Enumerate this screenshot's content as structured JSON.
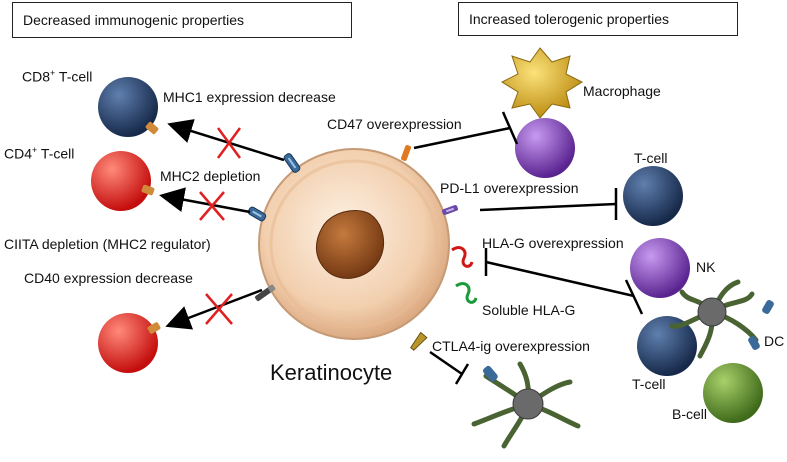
{
  "headers": {
    "left": "Decreased immunogenic properties",
    "right": "Increased tolerogenic properties"
  },
  "center": {
    "label": "Keratinocyte"
  },
  "left_side": {
    "cd8": {
      "name": "CD8",
      "sup": "+",
      "suffix": " T-cell"
    },
    "mhc1": "MHC1 expression decrease",
    "cd4": {
      "name": "CD4",
      "sup": "+",
      "suffix": " T-cell"
    },
    "mhc2": "MHC2 depletion",
    "ciita": "CIITA depletion (MHC2 regulator)",
    "cd40": "CD40 expression decrease"
  },
  "right_side": {
    "macrophage": "Macrophage",
    "cd47": "CD47 overexpression",
    "tcell_top": "T-cell",
    "pdl1": "PD-L1 overexpression",
    "hlag": "HLA-G overexpression",
    "soluble_hlag": "Soluble HLA-G",
    "nk": "NK",
    "dc": "DC",
    "tcell_bottom": "T-cell",
    "bcell": "B-cell",
    "ctla4": "CTLA4-ig overexpression"
  },
  "colors": {
    "cd8_cell": "#1f3a63",
    "cd4_cell": "#e01515",
    "macrophage": "#e6b81a",
    "purple_cell": "#7a35b5",
    "nk_cell": "#7a35b5",
    "tcell": "#1f3a63",
    "bcell": "#5a8a2a",
    "dendritic": "#4a6332",
    "inhibit_cross": "#e02020",
    "keratinocyte": "#f2cfae",
    "nucleus": "#9a4f1e"
  }
}
